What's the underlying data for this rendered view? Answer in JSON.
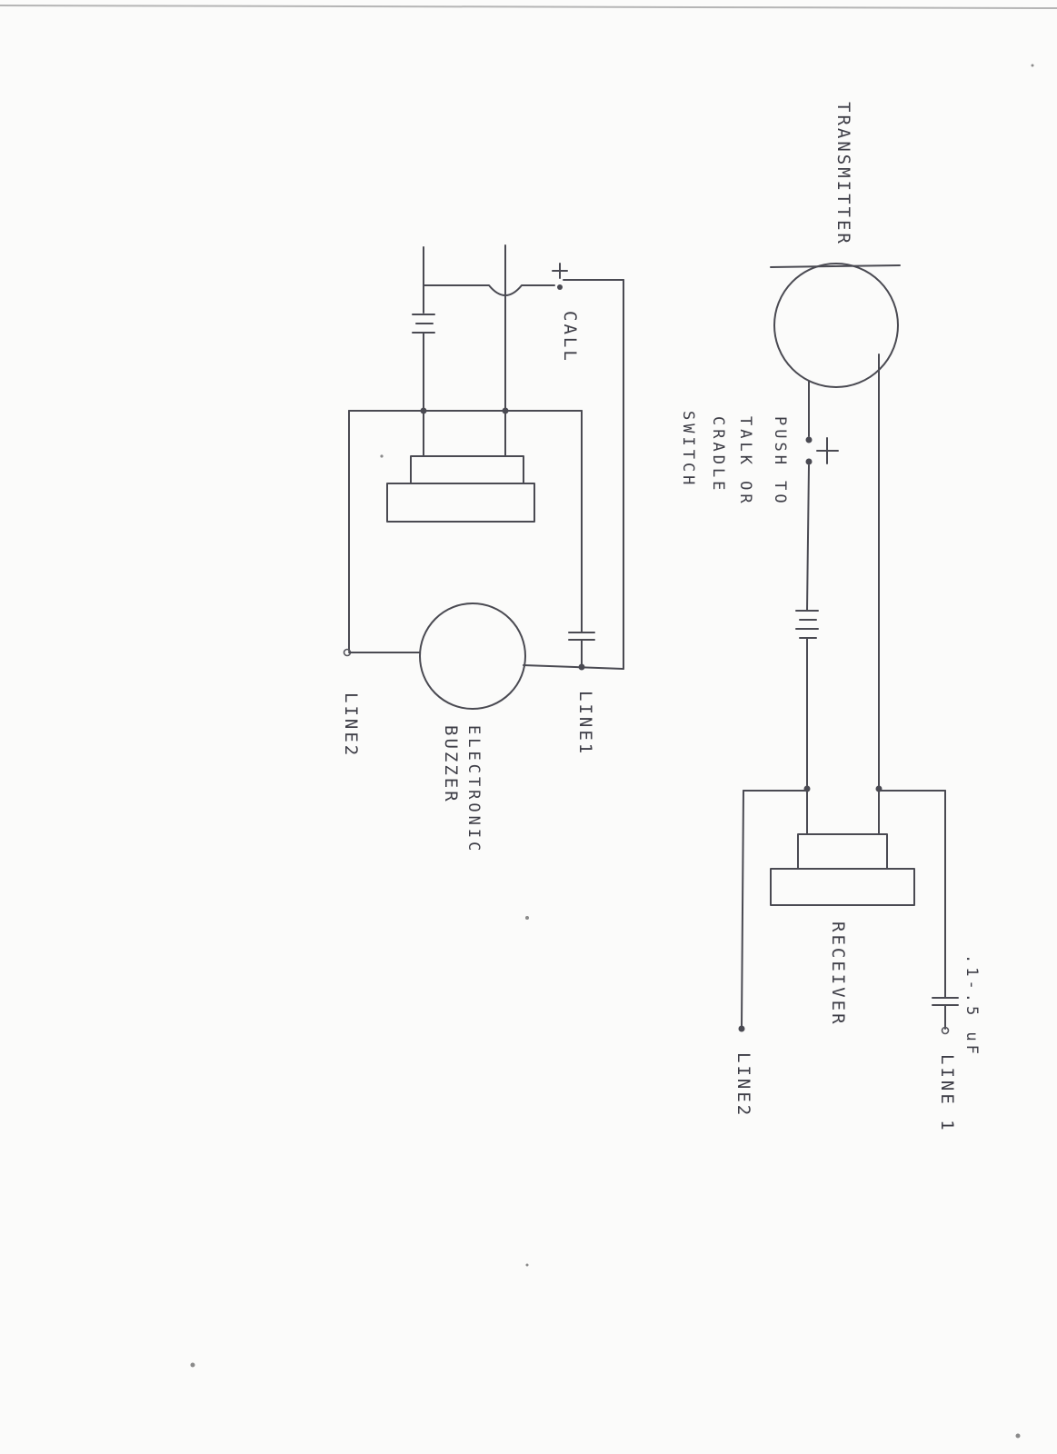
{
  "labels": {
    "transmitter": "TRANSMITTER",
    "push_to_talk_1": "PUSH TO",
    "push_to_talk_2": "TALK OR",
    "push_to_talk_3": "CRADLE",
    "push_to_talk_4": "SWITCH",
    "receiver": "RECEIVER",
    "capacitor_value": ".1-.5 uF",
    "line1_right": "LINE 1",
    "line2_right": "LINE2",
    "call": "CALL",
    "electronic": "ELECTRONIC",
    "buzzer": "BUZZER",
    "line1_left": "LINE1",
    "line2_left": "LINE2"
  },
  "colors": {
    "paper": "#fbfbfa",
    "ink": "#4a4a52"
  }
}
